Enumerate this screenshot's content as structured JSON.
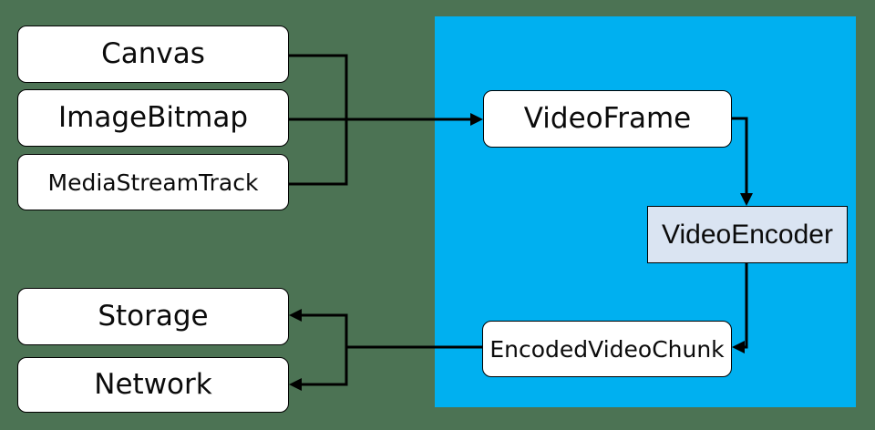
{
  "colors": {
    "background": "#4C7354",
    "pipeline_region": "#00B0F0",
    "node_fill": "#FFFFFF",
    "encoder_node_fill": "#DAE4F2",
    "connector": "#000000",
    "node_border": "#000000",
    "text": "#0B0B0B"
  },
  "nodes": {
    "canvas": "Canvas",
    "image_bitmap": "ImageBitmap",
    "media_stream_track": "MediaStreamTrack",
    "video_frame": "VideoFrame",
    "video_encoder": "VideoEncoder",
    "encoded_video_chunk": "EncodedVideoChunk",
    "storage": "Storage",
    "network": "Network"
  }
}
